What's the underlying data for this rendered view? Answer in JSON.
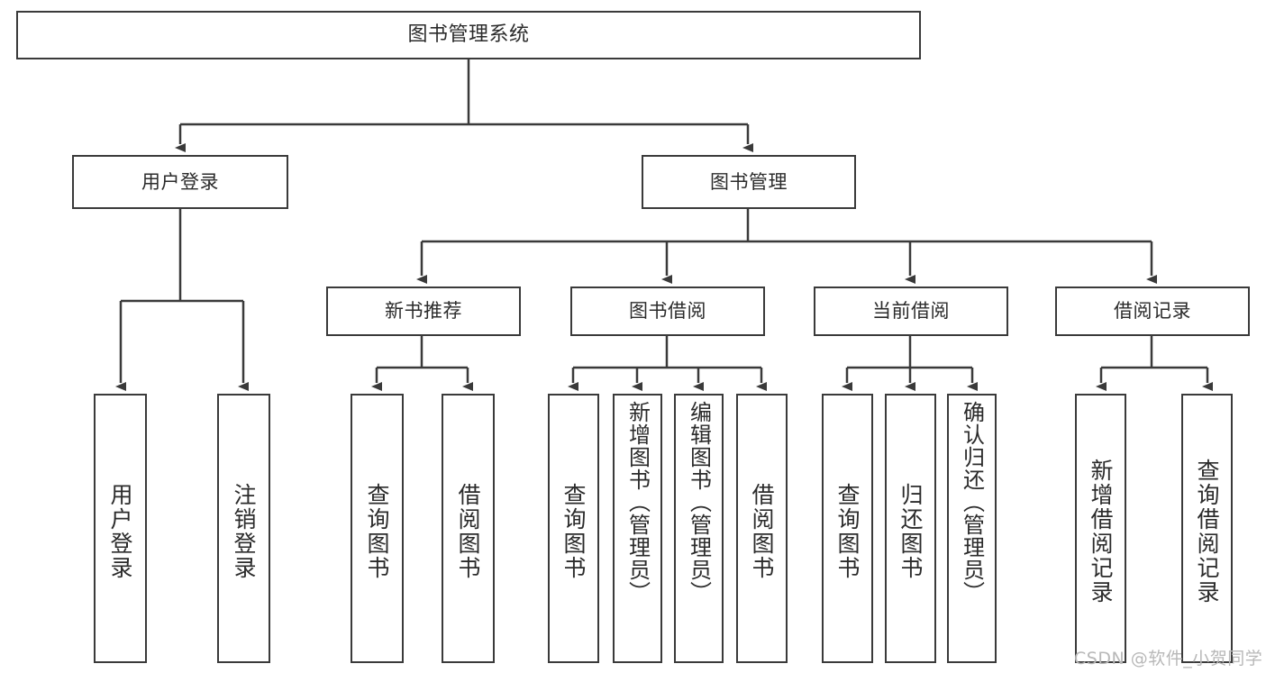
{
  "diagram": {
    "title": "图书管理系统",
    "type": "function-structure-tree",
    "stroke_color": "#3a3a3a",
    "text_color": "#2b2b2b",
    "background": "#ffffff",
    "watermark": "CSDN @软件_小贺同学"
  },
  "root": {
    "label": "图书管理系统"
  },
  "level2": [
    {
      "label": "用户登录"
    },
    {
      "label": "图书管理"
    }
  ],
  "level3": [
    {
      "label": "新书推荐"
    },
    {
      "label": "图书借阅"
    },
    {
      "label": "当前借阅"
    },
    {
      "label": "借阅记录"
    }
  ],
  "leaves": {
    "user_login": [
      {
        "label": "用户登录"
      },
      {
        "label": "注销登录"
      }
    ],
    "new_book_recommend": [
      {
        "label": "查询图书"
      },
      {
        "label": "借阅图书"
      }
    ],
    "book_borrow": [
      {
        "label": "查询图书"
      },
      {
        "label": "新增图书（管理员）"
      },
      {
        "label": "编辑图书（管理员）"
      },
      {
        "label": "借阅图书"
      }
    ],
    "current_borrow": [
      {
        "label": "查询图书"
      },
      {
        "label": "归还图书"
      },
      {
        "label": "确认归还（管理员）"
      }
    ],
    "borrow_records": [
      {
        "label": "新增借阅记录"
      },
      {
        "label": "查询借阅记录"
      }
    ]
  }
}
